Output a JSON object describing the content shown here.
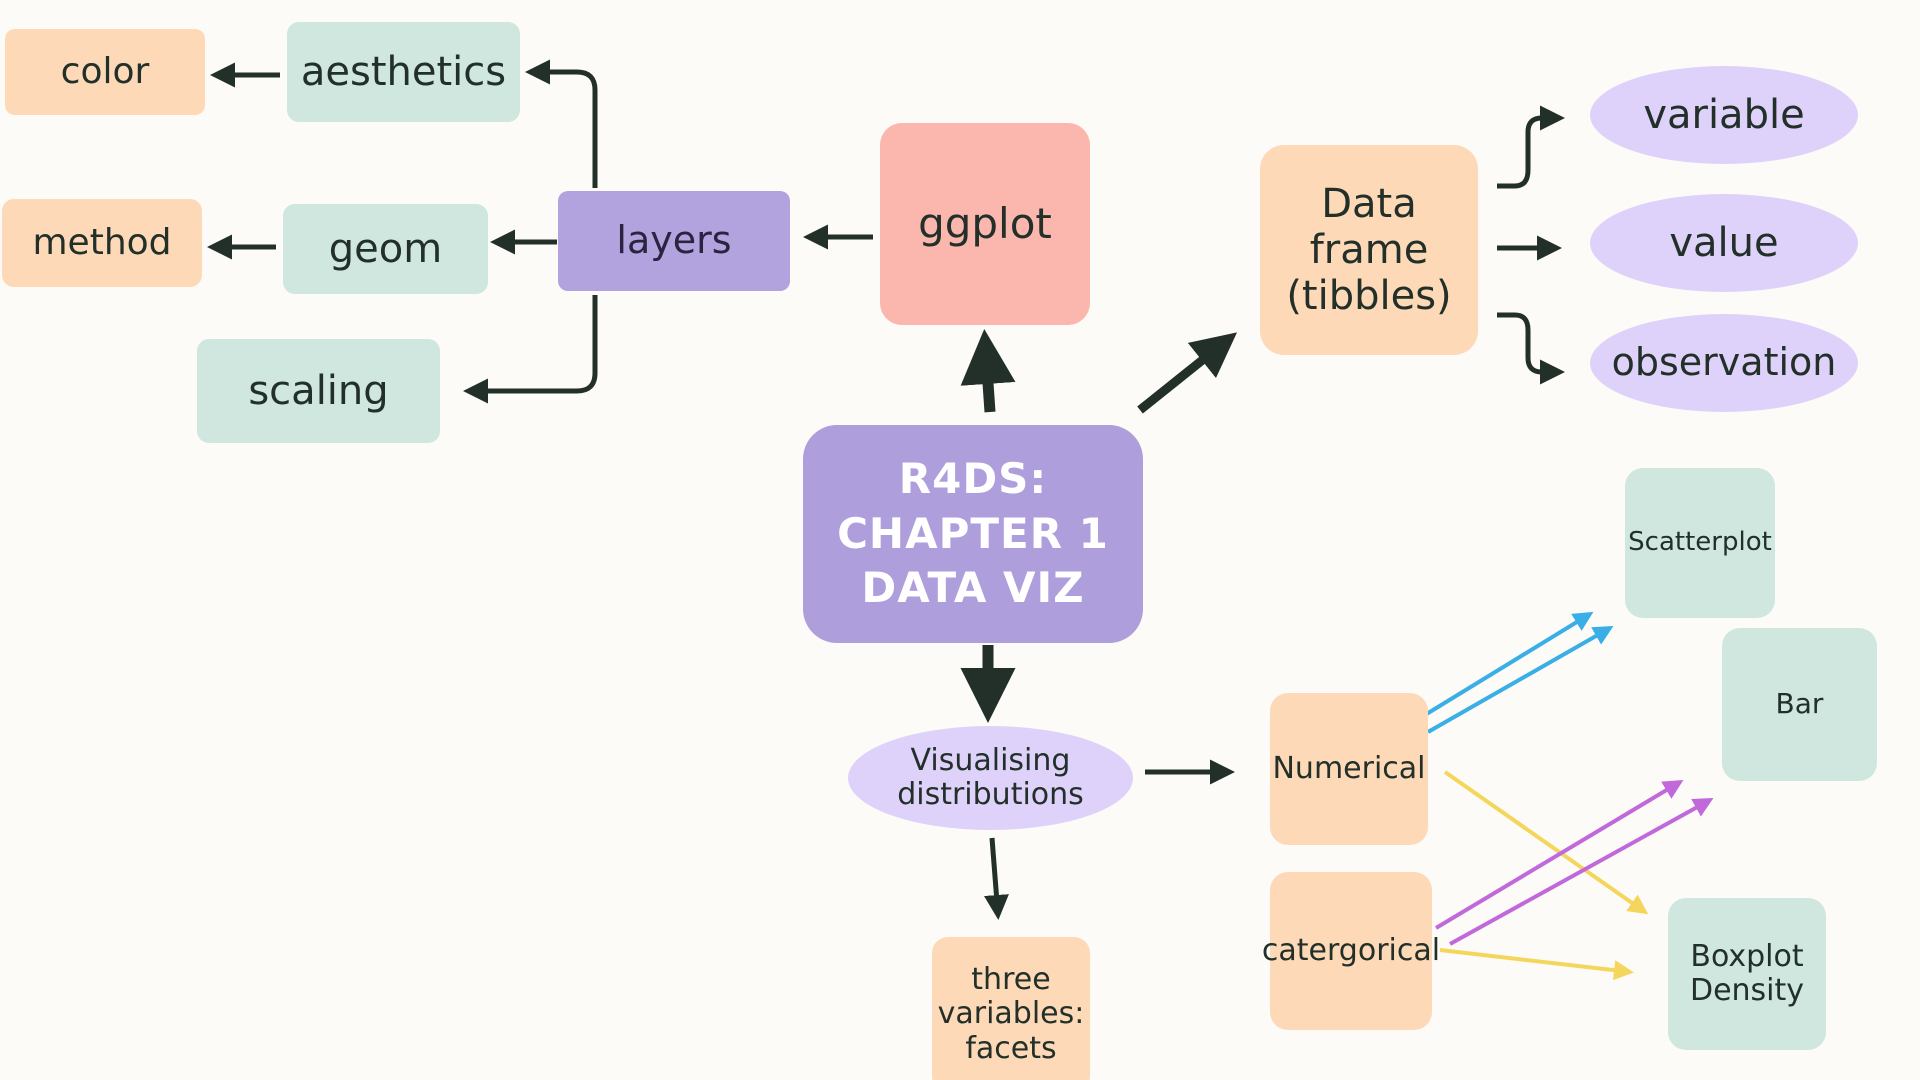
{
  "diagram": {
    "center": {
      "label": "R4DS:\nCHAPTER 1\nDATA VIZ"
    },
    "ggplot_branch": {
      "ggplot": "ggplot",
      "layers": "layers",
      "aesthetics": "aesthetics",
      "color": "color",
      "geom": "geom",
      "method": "method",
      "scaling": "scaling"
    },
    "data_branch": {
      "data_frame": "Data frame\n(tibbles)",
      "variable": "variable",
      "value": "value",
      "observation": "observation"
    },
    "distribution_branch": {
      "visualising": "Visualising\ndistributions",
      "facets": "three\nvariables:\nfacets",
      "numerical": "Numerical",
      "categorical": "catergorical",
      "scatterplot": "Scatterplot",
      "bar": "Bar",
      "boxplot_density": "Boxplot\nDensity"
    },
    "colors": {
      "background": "#FCFBF8",
      "peach": "#FDD9B8",
      "mint": "#CFE7DF",
      "violet": "#B2A2DE",
      "lilac": "#DED2FB",
      "salmon": "#FBB7AE",
      "arrow_dark": "#223029",
      "arrow_blue": "#3AAEE6",
      "arrow_purple": "#C169DA",
      "arrow_yellow": "#F5D65C"
    }
  }
}
